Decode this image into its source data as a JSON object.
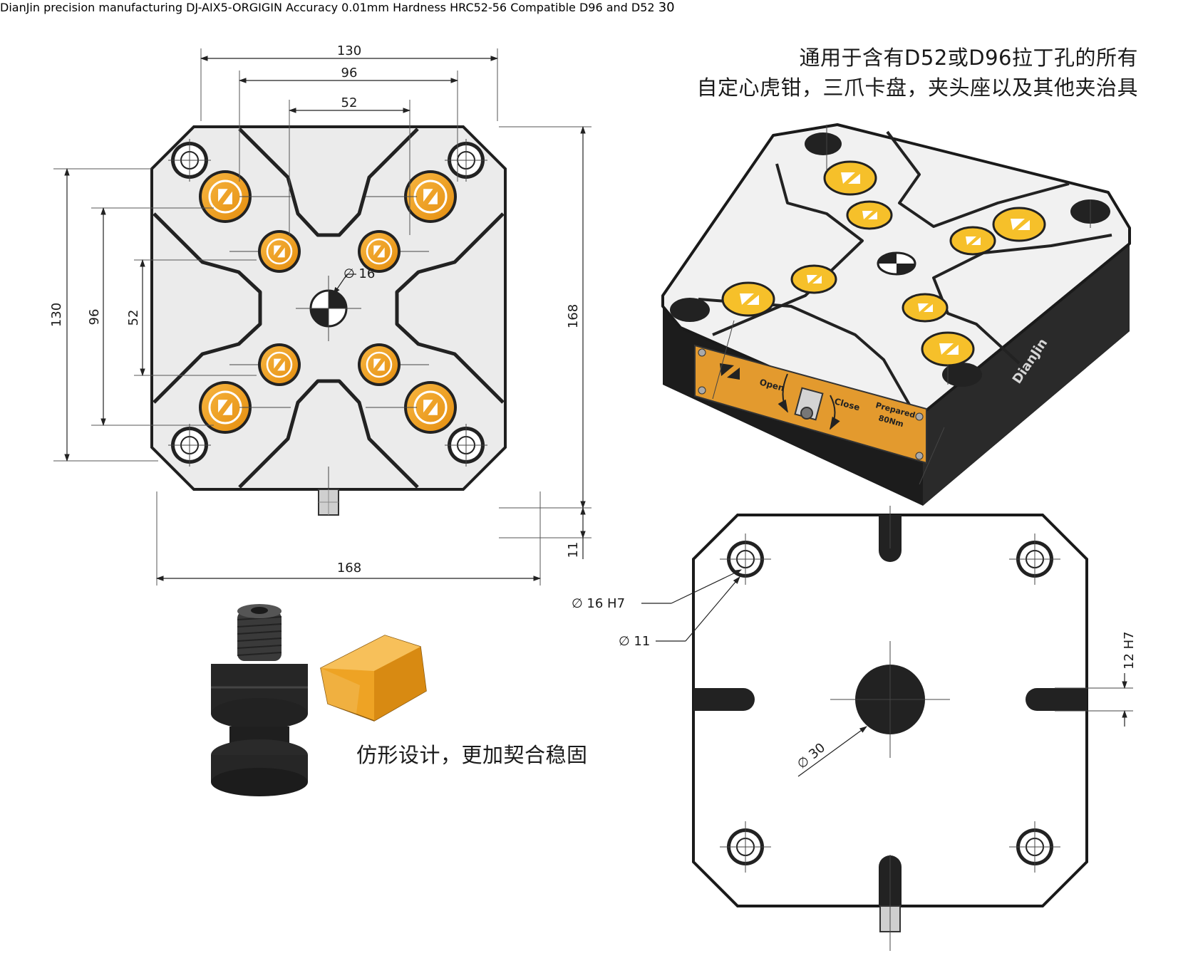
{
  "heading": {
    "line1": "通用于含有D52或D96拉丁孔的所有",
    "line2": "自定心虎钳，三爪卡盘，夹头座以及其他夹治具"
  },
  "caption": "仿形设计，更加契合稳固",
  "top_view_dims": {
    "w130": "130",
    "w96": "96",
    "w52": "52",
    "hole_dia": "∅ 16",
    "h130": "130",
    "h96": "96",
    "h52": "52",
    "h168": "168",
    "stub11": "11",
    "w168": "168"
  },
  "bottom_view_dims": {
    "pin_bore": "∅  16  H7",
    "thru_hole": "∅  11",
    "center_bore": "∅  30",
    "slot_width": "12  H7"
  },
  "side_view_dims": {
    "height30": "30"
  },
  "side_label": {
    "brand": "DianJin",
    "tagline": "precision manufacturing",
    "model": "DJ-AIX5-ORGIGIN",
    "accuracy": "Accuracy 0.01mm",
    "hardness": "Hardness  HRC52-56",
    "compat": "Compatible D96 and D52"
  },
  "iso_plate": {
    "open": "Open",
    "close": "Close",
    "torque_line1": "Prepared",
    "torque_line2": "80Nm",
    "side_brand": "DianJin"
  },
  "colors": {
    "plate_gray": "#ebebeb",
    "accent_orange": "#f2a21c",
    "iso_yellow": "#f6c02a",
    "body_black": "#262626"
  }
}
